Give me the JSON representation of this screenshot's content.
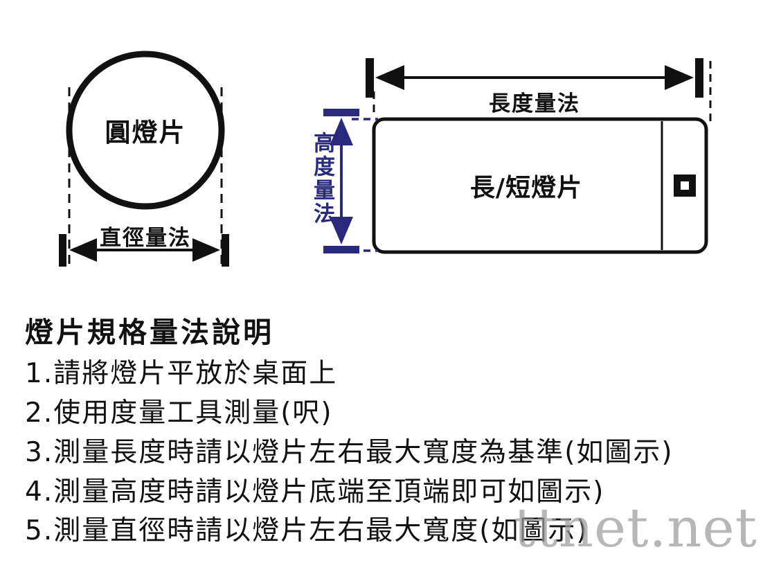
{
  "colors": {
    "line": "#111111",
    "height_accent": "#29297d",
    "watermark": "#9c9c9c"
  },
  "diagram": {
    "circle_label": "圓燈片",
    "diameter_label": "直徑量法",
    "rect_label": "長/短燈片",
    "length_label": "長度量法",
    "height_label": "高度量法"
  },
  "instructions": {
    "title": "燈片規格量法說明",
    "items": [
      "1.請將燈片平放於桌面上",
      "2.使用度量工具測量(呎)",
      "3.測量長度時請以燈片左右最大寬度為基準(如圖示)",
      "4.測量高度時請以燈片底端至頂端即可如圖示)",
      "5.測量直徑時請以燈片左右最大寬度(如圖示)"
    ]
  },
  "watermark": {
    "text": "ttnet.net"
  }
}
